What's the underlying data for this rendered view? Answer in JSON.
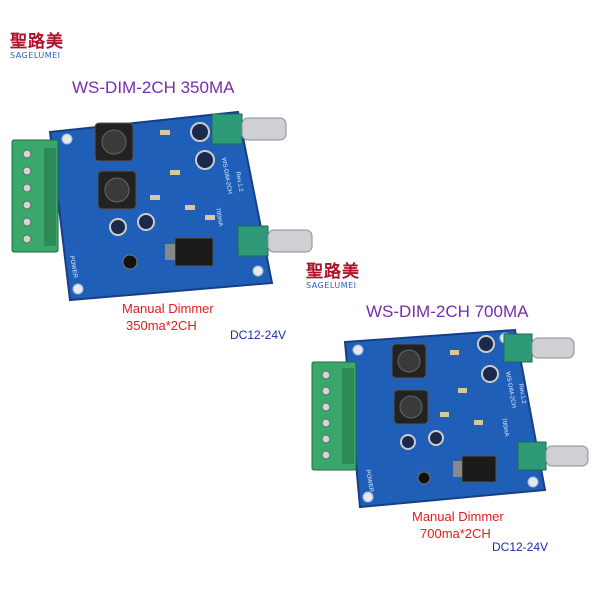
{
  "brand_top": {
    "cn": "聖路美",
    "en": "SAGELUMEI"
  },
  "brand_mid": {
    "cn": "聖路美",
    "en": "SAGELUMEI"
  },
  "product1": {
    "title": "WS-DIM-2CH 350MA",
    "desc_line1": "Manual Dimmer",
    "desc_line2": "350ma*2CH",
    "voltage": "DC12-24V",
    "board_model": "WS-DIM-2CH",
    "board_rev": "Rev.1.2",
    "board_current": "700mA",
    "board_power": "POWER"
  },
  "product2": {
    "title": "WS-DIM-2CH 700MA",
    "desc_line1": "Manual Dimmer",
    "desc_line2": "700ma*2CH",
    "voltage": "DC12-24V",
    "board_model": "WS-DIM-2CH",
    "board_rev": "Rev.1.2",
    "board_current": "700mA",
    "board_power": "POWER"
  },
  "colors": {
    "pcb": "#1f5fb8",
    "pcb_dark": "#173f86",
    "terminal": "#3aa86a",
    "knob_base": "#2e9a78",
    "shaft": "#cfcfd4",
    "title": "#7a2ab0",
    "red_text": "#e0201a",
    "blue_text": "#1a2aa8"
  }
}
